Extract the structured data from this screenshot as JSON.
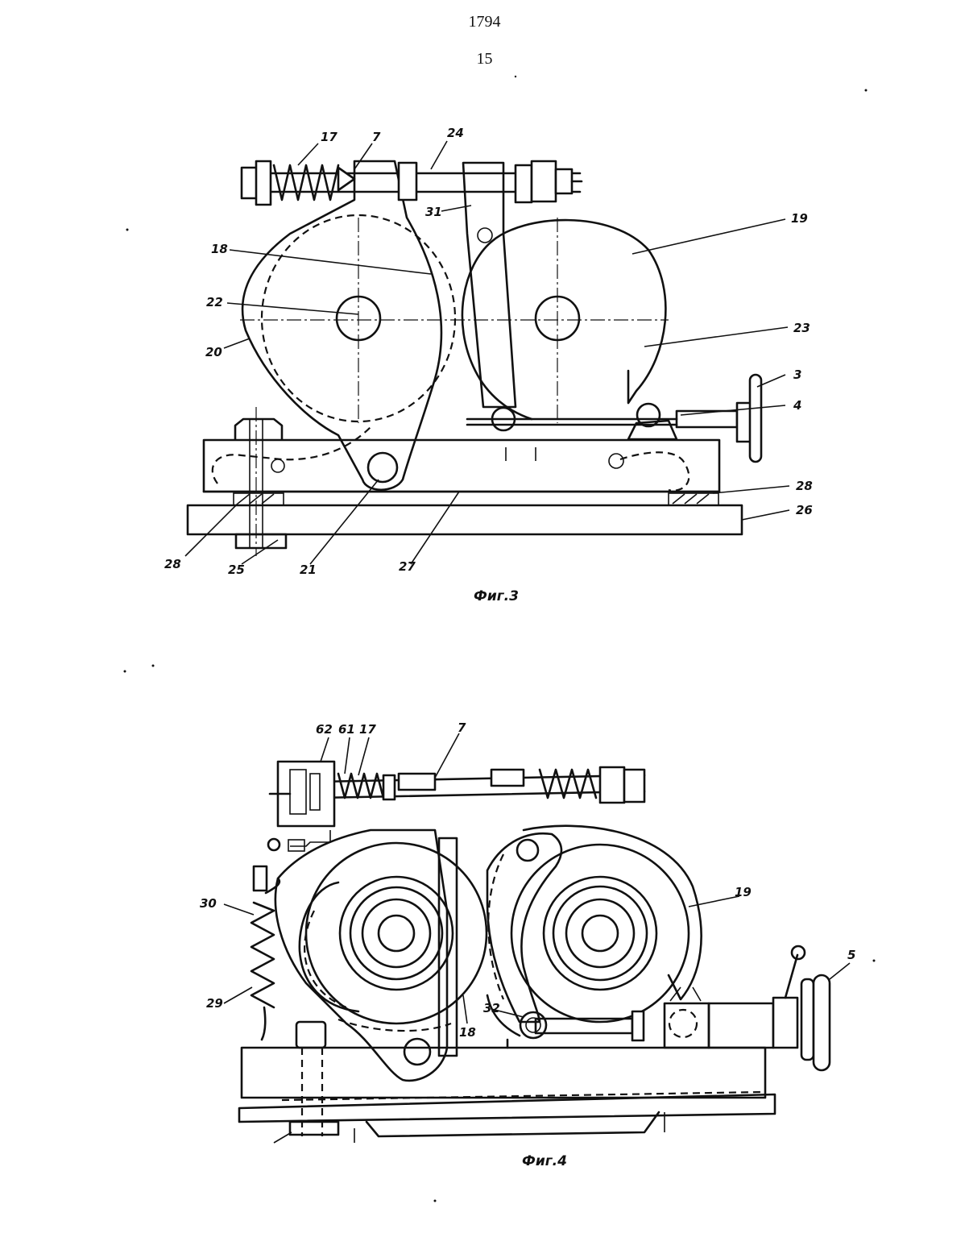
{
  "page": {
    "patent_number": "1794",
    "page_number": "15"
  },
  "figure3": {
    "caption": "Фиг.3",
    "labels": [
      "17",
      "7",
      "24",
      "31",
      "19",
      "18",
      "22",
      "20",
      "23",
      "3",
      "4",
      "28",
      "26",
      "28",
      "25",
      "21",
      "27"
    ]
  },
  "figure4": {
    "caption": "Фиг.4",
    "labels": [
      "62",
      "61",
      "17",
      "7",
      "19",
      "30",
      "5",
      "29",
      "32",
      "18"
    ]
  }
}
